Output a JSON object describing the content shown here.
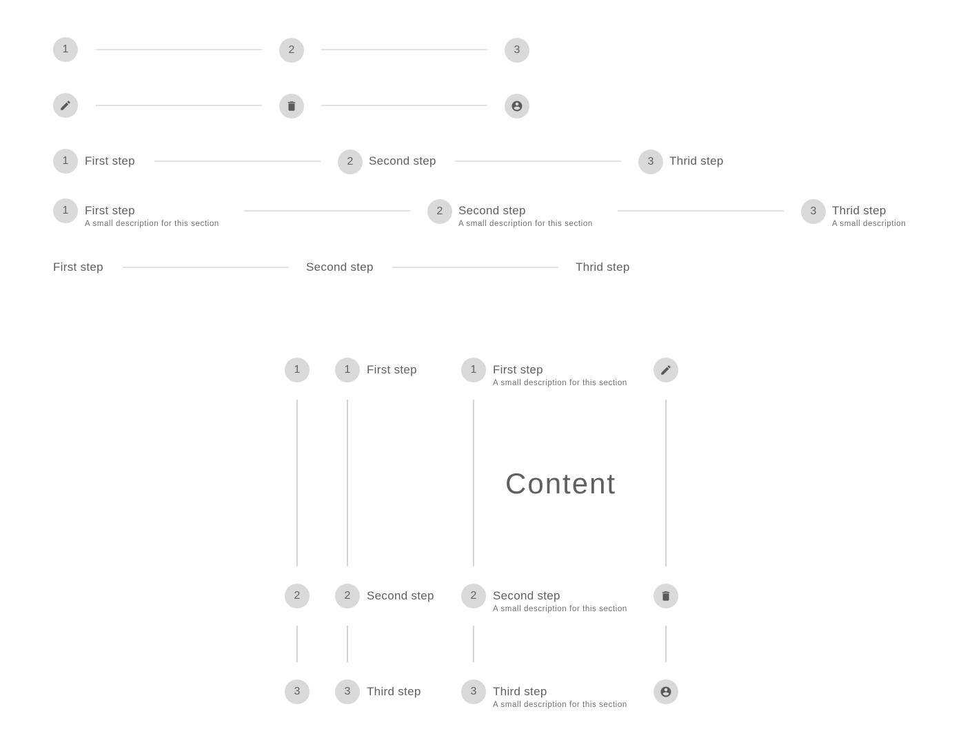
{
  "numbers": {
    "one": "1",
    "two": "2",
    "three": "3"
  },
  "horizontal": {
    "with_labels": {
      "step1": "First step",
      "step2": "Second step",
      "step3": "Thrid step"
    },
    "with_descriptions": {
      "step1": {
        "label": "First step",
        "description": "A small description for this section"
      },
      "step2": {
        "label": "Second step",
        "description": "A small description for this section"
      },
      "step3": {
        "label": "Thrid step",
        "description": "A small description"
      }
    },
    "text_only": {
      "step1": "First step",
      "step2": "Second step",
      "step3": "Thrid step"
    }
  },
  "vertical": {
    "with_labels": {
      "step1": "First step",
      "step2": "Second step",
      "step3": "Third step"
    },
    "with_descriptions": {
      "step1": {
        "label": "First step",
        "description": "A small description for this section"
      },
      "step2": {
        "label": "Second step",
        "description": "A small description for this section"
      },
      "step3": {
        "label": "Third step",
        "description": "A small description for this section"
      }
    },
    "content": "Content"
  },
  "icons": {
    "edit": "pencil-icon",
    "delete": "trash-icon",
    "account": "account-circle-icon"
  },
  "colors": {
    "circle_bg": "#d9d9d9",
    "line": "#e2e2e2",
    "text": "#616161"
  }
}
